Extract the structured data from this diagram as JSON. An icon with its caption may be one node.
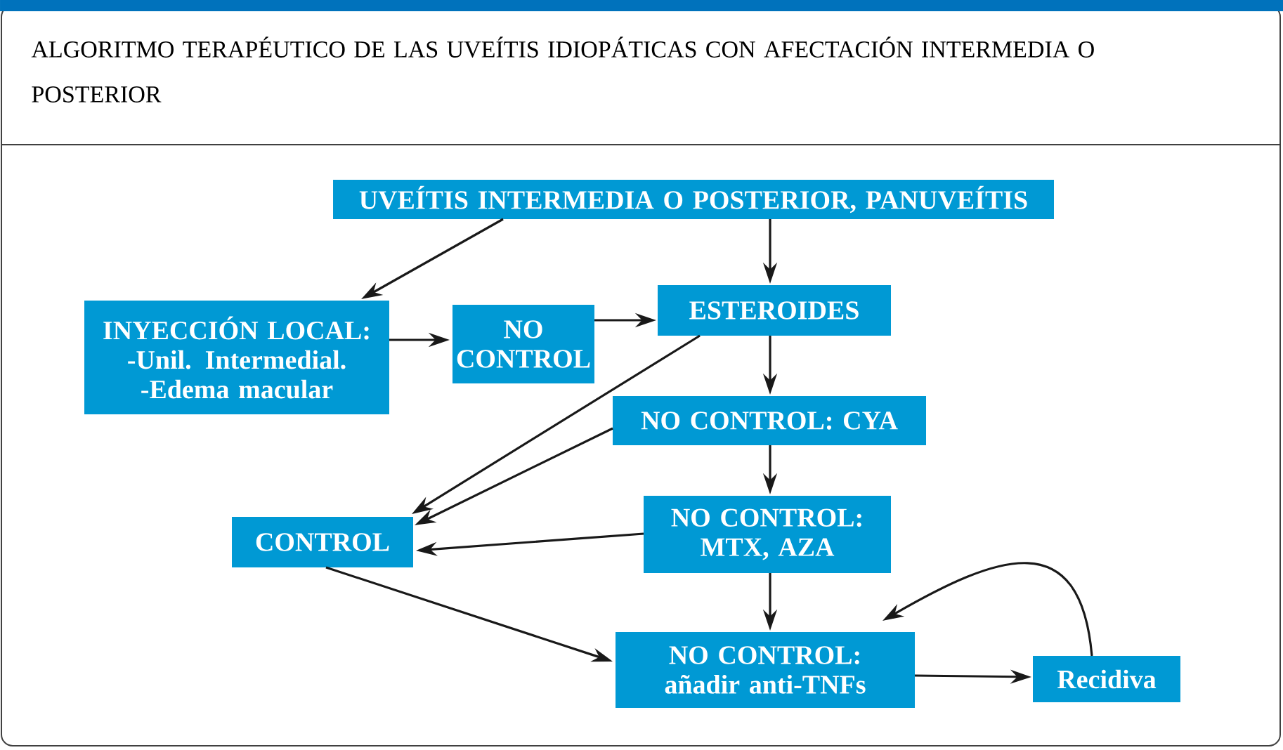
{
  "diagram": {
    "title": "ALGORITMO TERAPÉUTICO DE LAS UVEÍTIS IDIOPÁTICAS CON AFECTACIÓN INTERMEDIA O POSTERIOR",
    "nodes": [
      {
        "text": [
          "UVEÍTIS INTERMEDIA O POSTERIOR, PANUVEÍTIS"
        ]
      },
      {
        "text": [
          "INYECCIÓN LOCAL:",
          "-Unil. Intermedial.",
          "-Edema macular"
        ]
      },
      {
        "text": [
          "NO CONTROL"
        ]
      },
      {
        "text": [
          "ESTEROIDES"
        ]
      },
      {
        "text": [
          "NO CONTROL: CYA"
        ]
      },
      {
        "text": [
          "CONTROL"
        ]
      },
      {
        "text": [
          "NO CONTROL:",
          "MTX, AZA"
        ]
      },
      {
        "text": [
          "NO CONTROL:",
          "añadir anti-TNFs"
        ]
      },
      {
        "text": [
          "Recidiva"
        ]
      }
    ],
    "edges": [
      {
        "from": 0,
        "to": 1,
        "arrow": "to"
      },
      {
        "from": 0,
        "to": 3,
        "arrow": "to"
      },
      {
        "from": 1,
        "to": 2,
        "arrow": "to"
      },
      {
        "from": 2,
        "to": 3,
        "arrow": "to"
      },
      {
        "from": 3,
        "to": 4,
        "arrow": "to"
      },
      {
        "from": 3,
        "to": 5,
        "arrow": "to"
      },
      {
        "from": 4,
        "to": 5,
        "arrow": "to"
      },
      {
        "from": 4,
        "to": 6,
        "arrow": "to"
      },
      {
        "from": 6,
        "to": 5,
        "arrow": "to"
      },
      {
        "from": 6,
        "to": 7,
        "arrow": "to"
      },
      {
        "from": 5,
        "to": 7,
        "arrow": "to"
      },
      {
        "from": 7,
        "to": 8,
        "arrow": "to"
      },
      {
        "from": 8,
        "to": 7,
        "arrow": "to"
      }
    ]
  }
}
